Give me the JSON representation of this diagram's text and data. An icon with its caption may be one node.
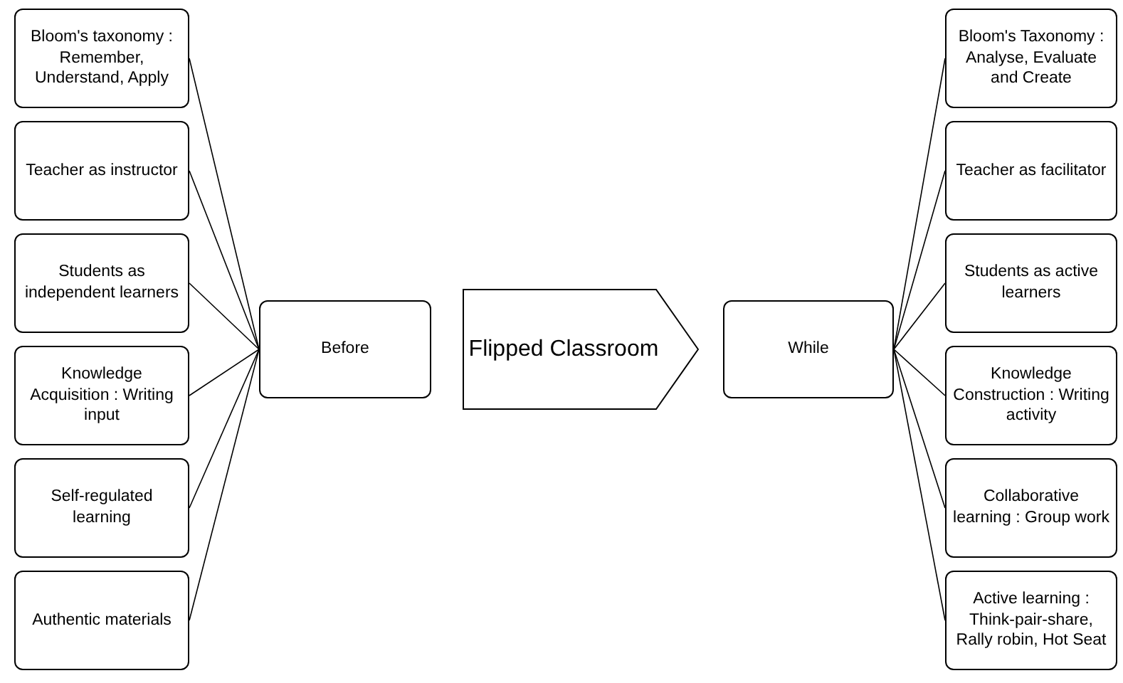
{
  "diagram": {
    "nodes": [
      {
        "text": [
          "Bloom's taxonomy : Remember, Understand, Apply"
        ]
      },
      {
        "text": [
          "Teacher as instructor"
        ]
      },
      {
        "text": [
          "Students as independent learners"
        ]
      },
      {
        "text": [
          "Knowledge Acquisition : Writing input"
        ]
      },
      {
        "text": [
          "Self-regulated learning"
        ]
      },
      {
        "text": [
          "Authentic materials"
        ]
      },
      {
        "text": [
          "Before"
        ]
      },
      {
        "text": [
          "Flipped Classroom"
        ]
      },
      {
        "text": [
          "While"
        ]
      },
      {
        "text": [
          "Bloom's Taxonomy : Analyse, Evaluate and Create"
        ]
      },
      {
        "text": [
          "Teacher as facilitator"
        ]
      },
      {
        "text": [
          "Students as active learners"
        ]
      },
      {
        "text": [
          "Knowledge Construction : Writing activity"
        ]
      },
      {
        "text": [
          "Collaborative learning : Group work"
        ]
      },
      {
        "text": [
          "Active learning : Think-pair-share, Rally robin, Hot Seat"
        ]
      }
    ],
    "edges": [
      {
        "from": 0,
        "to": 6,
        "arrow": "none"
      },
      {
        "from": 1,
        "to": 6,
        "arrow": "none"
      },
      {
        "from": 2,
        "to": 6,
        "arrow": "none"
      },
      {
        "from": 3,
        "to": 6,
        "arrow": "none"
      },
      {
        "from": 4,
        "to": 6,
        "arrow": "none"
      },
      {
        "from": 5,
        "to": 6,
        "arrow": "none"
      },
      {
        "from": 8,
        "to": 9,
        "arrow": "none"
      },
      {
        "from": 8,
        "to": 10,
        "arrow": "none"
      },
      {
        "from": 8,
        "to": 11,
        "arrow": "none"
      },
      {
        "from": 8,
        "to": 12,
        "arrow": "none"
      },
      {
        "from": 8,
        "to": 13,
        "arrow": "none"
      },
      {
        "from": 8,
        "to": 14,
        "arrow": "none"
      }
    ]
  }
}
